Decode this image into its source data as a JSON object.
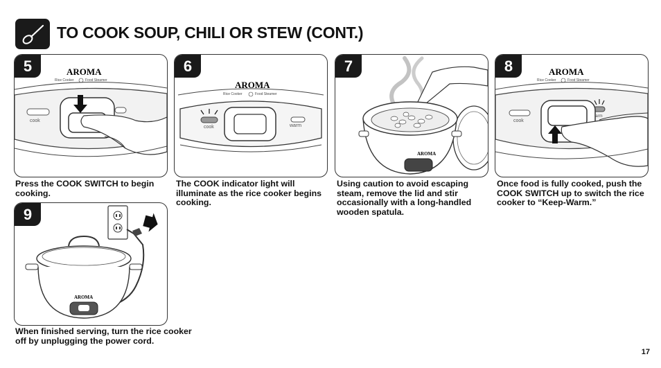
{
  "header": {
    "title": "TO COOK SOUP, CHILI OR STEW (CONT.)",
    "icon": "spoon-icon"
  },
  "steps": [
    {
      "number": "5",
      "caption": "Press the COOK SWITCH to begin cooking.",
      "brand": "AROMA",
      "labels": [
        "Rice Cooker",
        "Food Steamer",
        "cook"
      ]
    },
    {
      "number": "6",
      "caption": "The COOK indicator light will illuminate as the rice cooker begins cooking.",
      "brand": "AROMA",
      "labels": [
        "Rice Cooker",
        "Food Steamer",
        "cook",
        "warm"
      ]
    },
    {
      "number": "7",
      "caption": "Using caution to avoid escaping steam, remove the lid and stir occasionally with a long-handled wooden spatula.",
      "brand": "AROMA"
    },
    {
      "number": "8",
      "caption": "Once food is fully cooked, push the COOK SWITCH up to switch the rice cooker to “Keep-Warm.”",
      "brand": "AROMA",
      "labels": [
        "Rice Cooker",
        "Food Steamer",
        "cook",
        "warm"
      ]
    },
    {
      "number": "9",
      "caption": "When finished serving, turn the rice cooker off by unplugging the power cord.",
      "brand": "AROMA"
    }
  ],
  "page_number": "17"
}
